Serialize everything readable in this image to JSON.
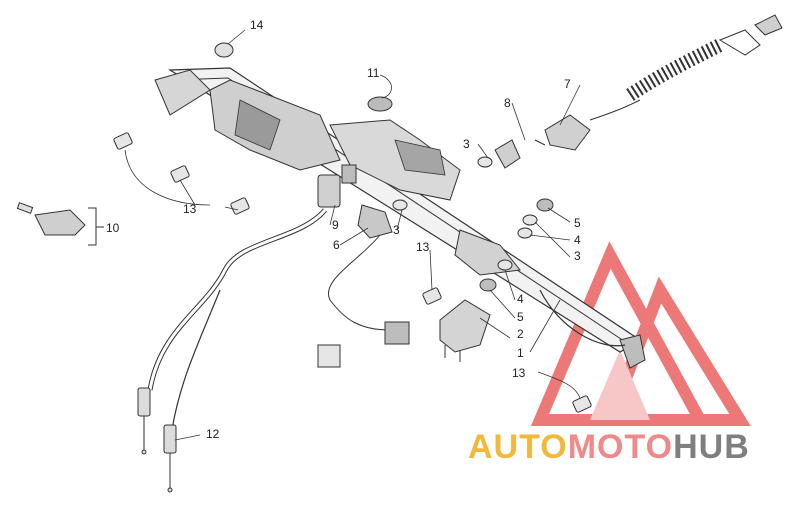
{
  "callouts": [
    {
      "id": "c1",
      "text": "1"
    },
    {
      "id": "c2",
      "text": "2"
    },
    {
      "id": "c3a",
      "text": "3"
    },
    {
      "id": "c3b",
      "text": "3"
    },
    {
      "id": "c3c",
      "text": "3"
    },
    {
      "id": "c4a",
      "text": "4"
    },
    {
      "id": "c4b",
      "text": "4"
    },
    {
      "id": "c5a",
      "text": "5"
    },
    {
      "id": "c5b",
      "text": "5"
    },
    {
      "id": "c6",
      "text": "6"
    },
    {
      "id": "c7",
      "text": "7"
    },
    {
      "id": "c8",
      "text": "8"
    },
    {
      "id": "c9",
      "text": "9"
    },
    {
      "id": "c10",
      "text": "10"
    },
    {
      "id": "c11",
      "text": "11"
    },
    {
      "id": "c12",
      "text": "12"
    },
    {
      "id": "c13a",
      "text": "13"
    },
    {
      "id": "c13b",
      "text": "13"
    },
    {
      "id": "c13c",
      "text": "13"
    },
    {
      "id": "c14",
      "text": "14"
    }
  ],
  "watermark": {
    "part1": "AUTO",
    "part2": "MOTO",
    "part3": "HUB",
    "color_part1": "#f3b83a",
    "color_part2": "#f08a8a",
    "color_part3": "#7f7f7f",
    "logo_color": "#e74c4c"
  },
  "colors": {
    "line": "#333333",
    "part": "#c9c9c9",
    "part_dark": "#8a8a8a"
  }
}
